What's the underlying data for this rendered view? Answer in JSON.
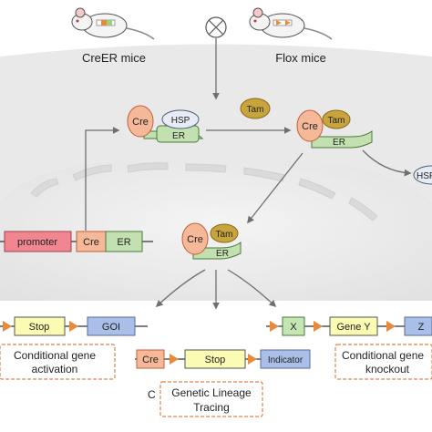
{
  "mice": {
    "left_label": "CreER mice",
    "right_label": "Flox mice"
  },
  "complexes": {
    "cre": "Cre",
    "hsp": "HSP",
    "er": "ER",
    "tam": "Tam",
    "hsp_released": "HSP"
  },
  "transgene": {
    "promoter": "promoter",
    "cre": "Cre",
    "er": "ER"
  },
  "activation": {
    "stop": "Stop",
    "goi": "GOI",
    "caption_line1": "Conditional gene",
    "caption_line2": "activation"
  },
  "knockout": {
    "x": "X",
    "gene_y": "Gene Y",
    "z": "Z",
    "caption_line1": "Conditional gene",
    "caption_line2": "knockout"
  },
  "tracing": {
    "cre": "Cre",
    "stop": "Stop",
    "indicator": "Indicator",
    "panel_letter": "C",
    "caption_line1": "Genetic Lineage",
    "caption_line2": "Tracing"
  },
  "colors": {
    "cre_fill": "#f5b899",
    "er_fill": "#c3e0b0",
    "tam_fill": "#c8a43c",
    "hsp_fill": "#e7ebf5",
    "promoter_fill": "#f08790",
    "stop_fill": "#fbfbb4",
    "goi_fill": "#a9bfe8",
    "x_fill": "#c3e6b3",
    "loxp": "#e88a3c",
    "caption_border": "#d9834b",
    "arrow": "#6f6f6f"
  }
}
